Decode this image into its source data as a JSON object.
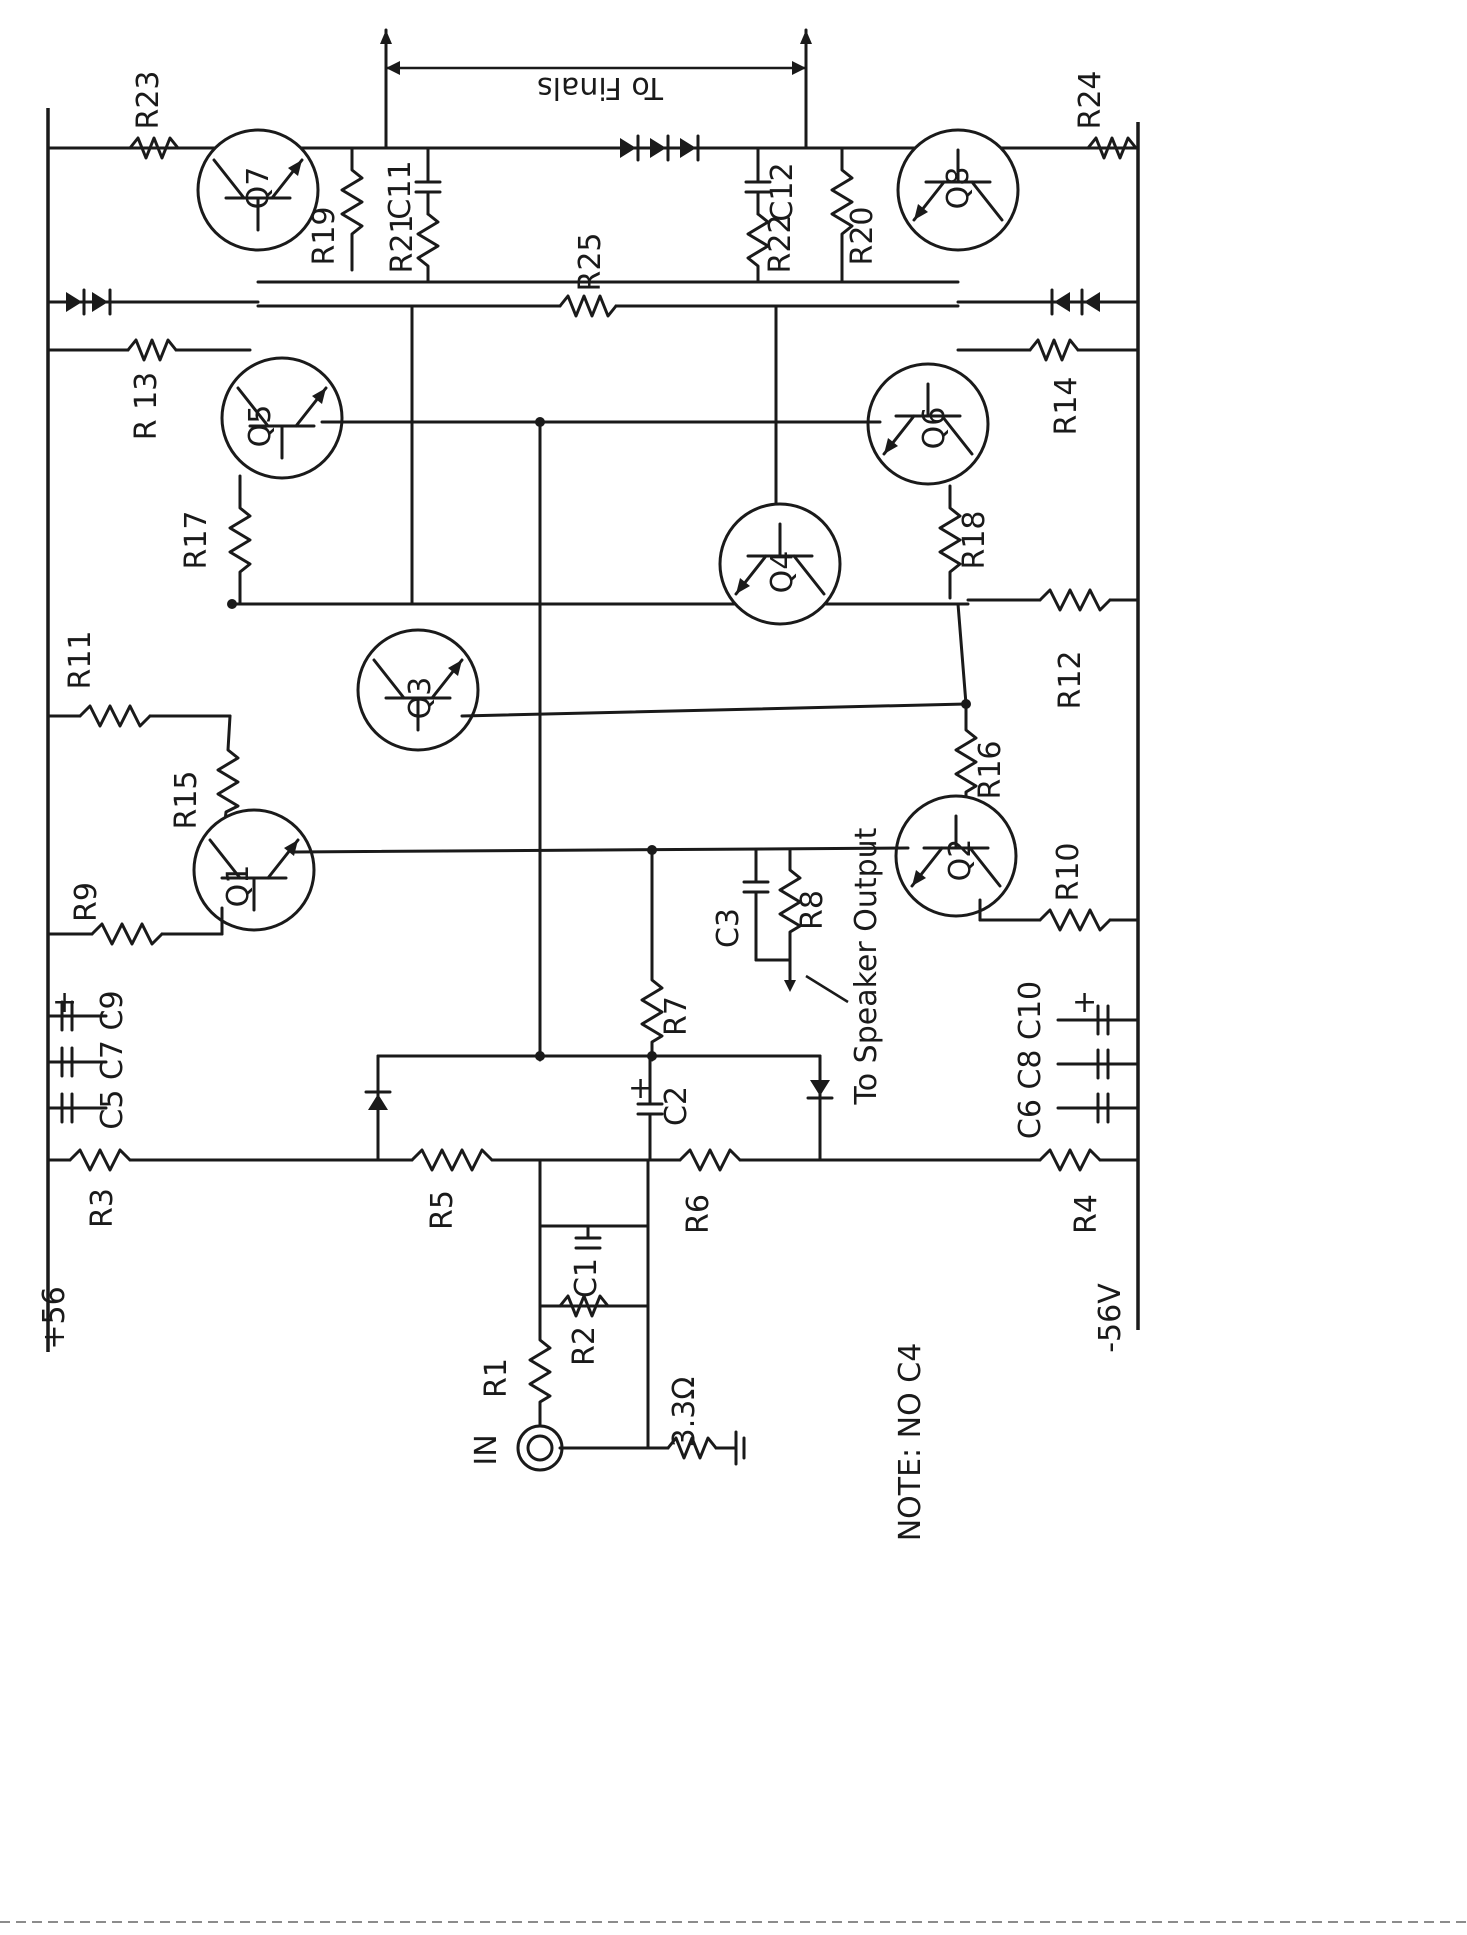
{
  "rails": {
    "positive": "+56",
    "negative": "-56V"
  },
  "resistors": {
    "r1": "R1",
    "r2": "R2",
    "r3": "R3",
    "r4": "R4",
    "r5": "R5",
    "r6": "R6",
    "r7": "R7",
    "r8": "R8",
    "r9": "R9",
    "r10": "R10",
    "r11": "R11",
    "r12": "R12",
    "r13": "R 13",
    "r14": "R14",
    "r15": "R15",
    "r16": "R16",
    "r17": "R17",
    "r18": "R18",
    "r19": "R19",
    "r20": "R20",
    "r21": "R21",
    "r22": "R22",
    "r23": "R23",
    "r24": "R24",
    "r25": "R25"
  },
  "capacitors": {
    "c1": "C1",
    "c2": "C2",
    "c3": "C3",
    "c11": "C11",
    "c12": "C12",
    "group_pos": "C5 C7 C9",
    "group_neg": "C6 C8 C10"
  },
  "transistors": {
    "q1": "Q1",
    "q2": "Q2",
    "q3": "Q3",
    "q4": "Q4",
    "q5": "Q5",
    "q6": "Q6",
    "q7": "Q7",
    "q8": "Q8"
  },
  "labels": {
    "input": "IN",
    "input_resistor": "3.3Ω",
    "to_finals": "To Finals",
    "to_speaker": "To Speaker Output",
    "note": "NOTE: NO C4"
  },
  "polarity": {
    "plus": "+"
  }
}
